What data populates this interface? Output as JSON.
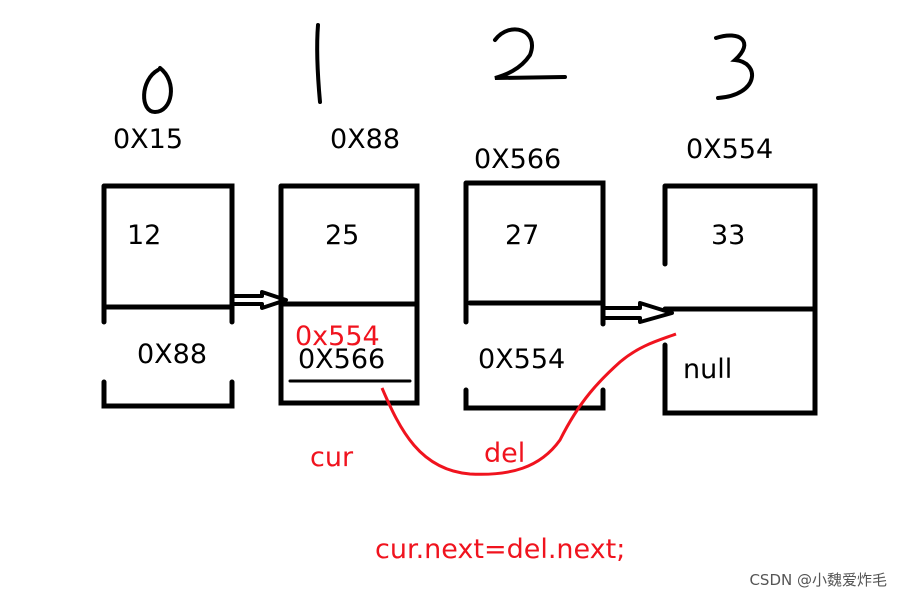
{
  "indices": [
    "0",
    "1",
    "2",
    "3"
  ],
  "nodes": [
    {
      "address": "0X15",
      "value": "12",
      "next": "0X88"
    },
    {
      "address": "0X88",
      "value": "25",
      "next": "0X566",
      "next_new": "0x554"
    },
    {
      "address": "0X566",
      "value": "27",
      "next": "0X554"
    },
    {
      "address": "0X554",
      "value": "33",
      "next": "null"
    }
  ],
  "labels": {
    "cur": "cur",
    "del": "del",
    "code": "cur.next=del.next;"
  },
  "watermark": "CSDN @小魏爱炸毛",
  "colors": {
    "ink": "#000000",
    "annotation": "#f0131e"
  }
}
